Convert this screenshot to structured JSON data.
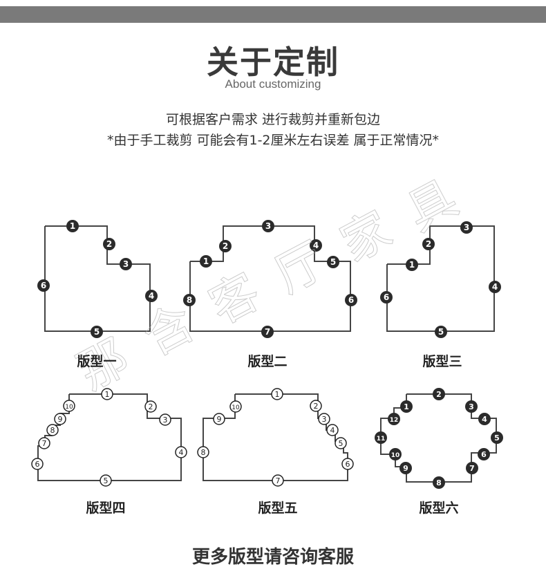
{
  "header": {
    "title": "关于定制",
    "subtitle": "About customizing"
  },
  "description": {
    "line1": "可根据客户需求 进行裁剪并重新包边",
    "line2": "*由于手工裁剪 可能会有1-2厘米左右误差 属于正常情况*"
  },
  "watermark": "那 含 客 厅 家 具",
  "shapes": [
    {
      "label": "版型一",
      "markers": [
        "1",
        "2",
        "3",
        "4",
        "5",
        "6"
      ]
    },
    {
      "label": "版型二",
      "markers": [
        "1",
        "2",
        "3",
        "4",
        "5",
        "6",
        "7",
        "8"
      ]
    },
    {
      "label": "版型三",
      "markers": [
        "1",
        "2",
        "3",
        "4",
        "5",
        "6"
      ]
    },
    {
      "label": "版型四",
      "markers": [
        "1",
        "2",
        "3",
        "4",
        "5",
        "6",
        "7",
        "8",
        "9",
        "10"
      ]
    },
    {
      "label": "版型五",
      "markers": [
        "1",
        "2",
        "3",
        "4",
        "5",
        "6",
        "7",
        "8",
        "9",
        "10"
      ]
    },
    {
      "label": "版型六",
      "markers": [
        "1",
        "2",
        "3",
        "4",
        "5",
        "6",
        "7",
        "8",
        "9",
        "10",
        "11",
        "12"
      ]
    }
  ],
  "footer": "更多版型请咨询客服",
  "colors": {
    "line": "#444444",
    "marker": "#2b2b2b",
    "marker_text": "#ffffff",
    "bar": "#7a7a7a"
  }
}
